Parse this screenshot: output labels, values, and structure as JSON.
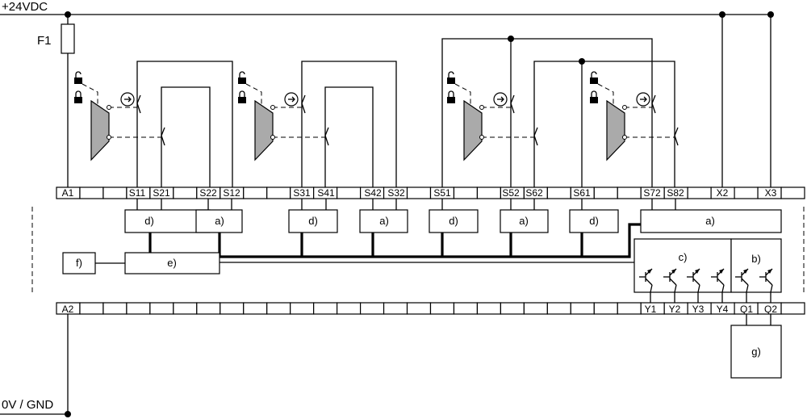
{
  "supply": {
    "positive": "+24VDC",
    "ground": "0V / GND",
    "fuse": "F1"
  },
  "terminals_top": [
    "A1",
    "S11",
    "S21",
    "S22",
    "S12",
    "S31",
    "S41",
    "S42",
    "S32",
    "S51",
    "S52",
    "S62",
    "S61",
    "S72",
    "S82",
    "X2",
    "X3"
  ],
  "terminals_bottom": [
    "A2",
    "Y1",
    "Y2",
    "Y3",
    "Y4",
    "Q1",
    "Q2"
  ],
  "blocks": {
    "d": "d)",
    "a": "a)",
    "b": "b)",
    "c": "c)",
    "e": "e)",
    "f": "f)",
    "g": "g)"
  }
}
